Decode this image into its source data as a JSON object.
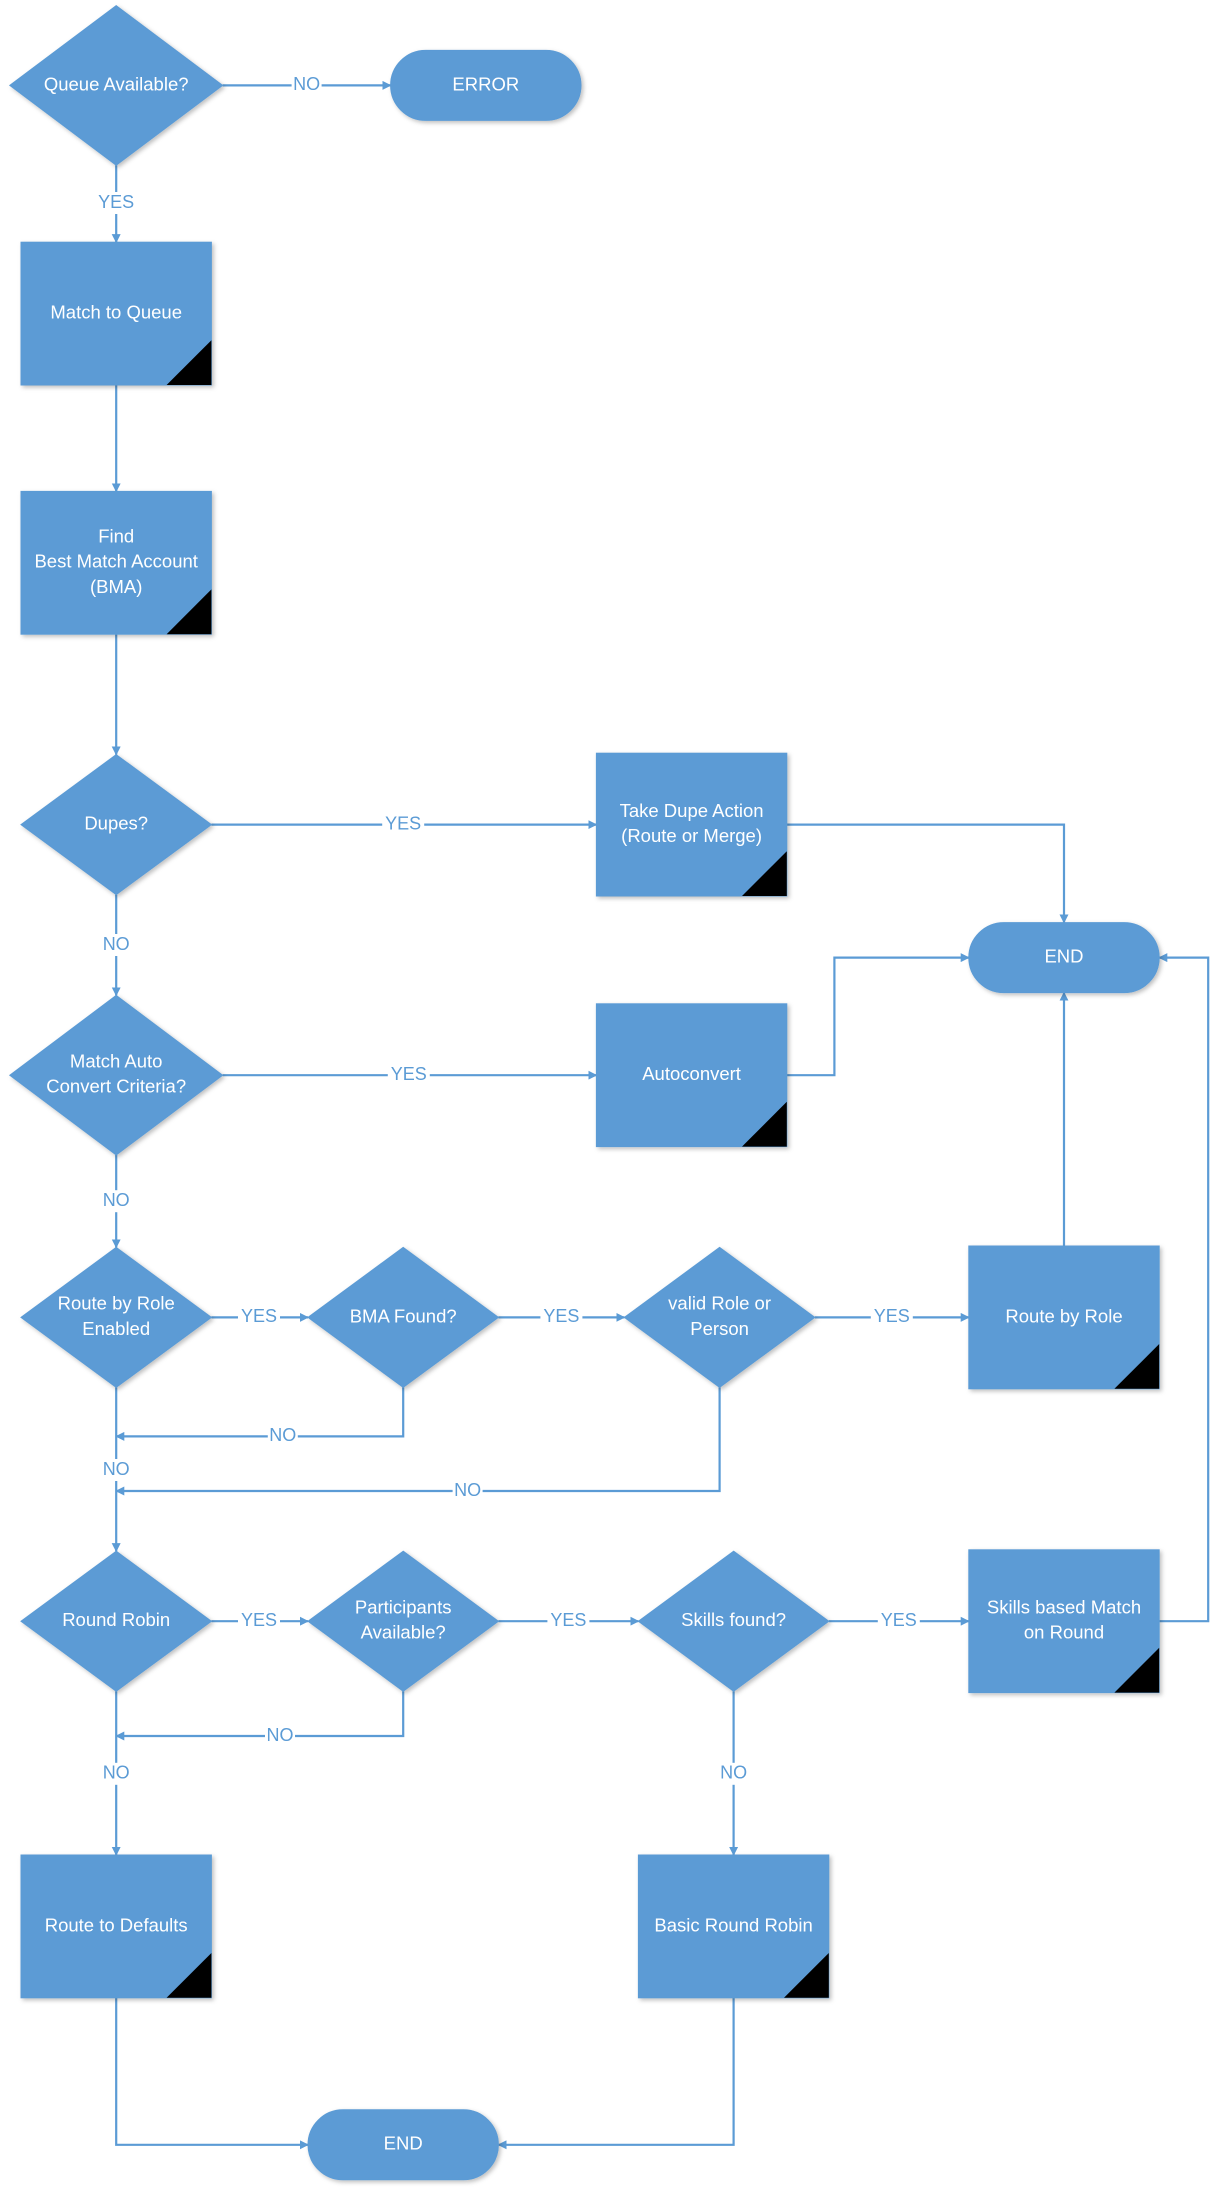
{
  "colors": {
    "shape_fill": "#5b9bd5",
    "connector": "#5b9bd5",
    "node_text": "#ffffff",
    "corner_mark": "#000000",
    "background": "#ffffff"
  },
  "nodes": {
    "queue_available": {
      "type": "decision",
      "lines": [
        "Queue Available?"
      ]
    },
    "error": {
      "type": "terminator",
      "lines": [
        "ERROR"
      ]
    },
    "match_to_queue": {
      "type": "process",
      "lines": [
        "Match to Queue"
      ]
    },
    "find_bma": {
      "type": "process",
      "lines": [
        "Find",
        "Best Match Account",
        "(BMA)"
      ]
    },
    "dupes": {
      "type": "decision",
      "lines": [
        "Dupes?"
      ]
    },
    "take_dupe_action": {
      "type": "process",
      "lines": [
        "Take Dupe Action",
        "(Route or Merge)"
      ]
    },
    "end_top": {
      "type": "terminator",
      "lines": [
        "END"
      ]
    },
    "match_auto_convert": {
      "type": "decision",
      "lines": [
        "Match Auto",
        "Convert Criteria?"
      ]
    },
    "autoconvert": {
      "type": "process",
      "lines": [
        "Autoconvert"
      ]
    },
    "route_by_role_enabled": {
      "type": "decision",
      "lines": [
        "Route by Role",
        "Enabled"
      ]
    },
    "bma_found": {
      "type": "decision",
      "lines": [
        "BMA Found?"
      ]
    },
    "valid_role_or_person": {
      "type": "decision",
      "lines": [
        "valid Role or",
        "Person"
      ]
    },
    "route_by_role": {
      "type": "process",
      "lines": [
        "Route by Role"
      ]
    },
    "round_robin": {
      "type": "decision",
      "lines": [
        "Round Robin"
      ]
    },
    "participants_available": {
      "type": "decision",
      "lines": [
        "Participants",
        "Available?"
      ]
    },
    "skills_found": {
      "type": "decision",
      "lines": [
        "Skills found?"
      ]
    },
    "skills_based_match": {
      "type": "process",
      "lines": [
        "Skills based Match",
        "on Round"
      ]
    },
    "route_to_defaults": {
      "type": "process",
      "lines": [
        "Route to Defaults"
      ]
    },
    "basic_round_robin": {
      "type": "process",
      "lines": [
        "Basic Round Robin"
      ]
    },
    "end_bottom": {
      "type": "terminator",
      "lines": [
        "END"
      ]
    }
  },
  "edges": [
    {
      "from": "queue_available",
      "to": "error",
      "label": "NO"
    },
    {
      "from": "queue_available",
      "to": "match_to_queue",
      "label": "YES"
    },
    {
      "from": "match_to_queue",
      "to": "find_bma",
      "label": ""
    },
    {
      "from": "find_bma",
      "to": "dupes",
      "label": ""
    },
    {
      "from": "dupes",
      "to": "take_dupe_action",
      "label": "YES"
    },
    {
      "from": "take_dupe_action",
      "to": "end_top",
      "label": ""
    },
    {
      "from": "dupes",
      "to": "match_auto_convert",
      "label": "NO"
    },
    {
      "from": "match_auto_convert",
      "to": "autoconvert",
      "label": "YES"
    },
    {
      "from": "autoconvert",
      "to": "end_top",
      "label": ""
    },
    {
      "from": "match_auto_convert",
      "to": "route_by_role_enabled",
      "label": "NO"
    },
    {
      "from": "route_by_role_enabled",
      "to": "bma_found",
      "label": "YES"
    },
    {
      "from": "bma_found",
      "to": "valid_role_or_person",
      "label": "YES"
    },
    {
      "from": "valid_role_or_person",
      "to": "route_by_role",
      "label": "YES"
    },
    {
      "from": "route_by_role",
      "to": "end_top",
      "label": ""
    },
    {
      "from": "bma_found",
      "to": "no_role_junction",
      "label": "NO"
    },
    {
      "from": "valid_role_or_person",
      "to": "no_role_junction",
      "label": "NO"
    },
    {
      "from": "route_by_role_enabled",
      "to": "round_robin",
      "label": "NO"
    },
    {
      "from": "round_robin",
      "to": "participants_available",
      "label": "YES"
    },
    {
      "from": "participants_available",
      "to": "skills_found",
      "label": "YES"
    },
    {
      "from": "skills_found",
      "to": "skills_based_match",
      "label": "YES"
    },
    {
      "from": "skills_based_match",
      "to": "end_top",
      "label": ""
    },
    {
      "from": "participants_available",
      "to": "no_rr_junction",
      "label": "NO"
    },
    {
      "from": "round_robin",
      "to": "route_to_defaults",
      "label": "NO"
    },
    {
      "from": "skills_found",
      "to": "basic_round_robin",
      "label": "NO"
    },
    {
      "from": "route_to_defaults",
      "to": "end_bottom",
      "label": ""
    },
    {
      "from": "basic_round_robin",
      "to": "end_bottom",
      "label": ""
    }
  ]
}
